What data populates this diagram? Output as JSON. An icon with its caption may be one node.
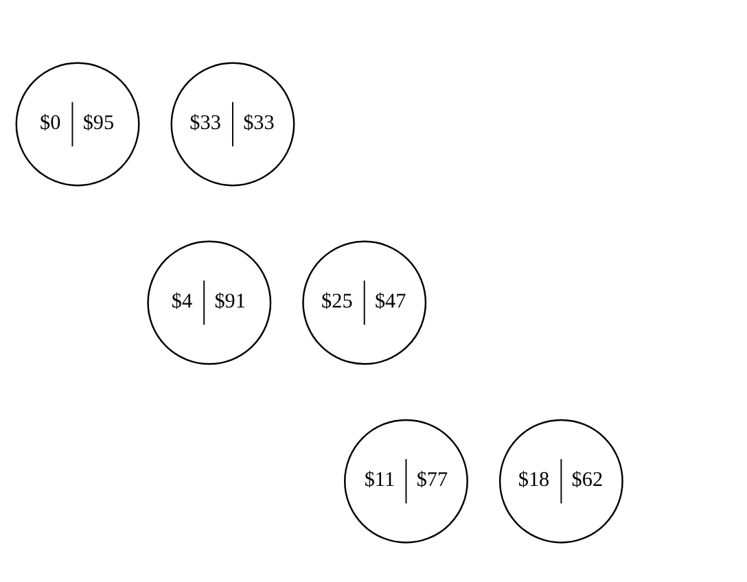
{
  "diagram": {
    "nodes": [
      {
        "text": [
          "$0",
          "$95"
        ]
      },
      {
        "text": [
          "$33",
          "$33"
        ]
      },
      {
        "text": [
          "$4",
          "$91"
        ]
      },
      {
        "text": [
          "$25",
          "$47"
        ]
      },
      {
        "text": [
          "$11",
          "$77"
        ]
      },
      {
        "text": [
          "$18",
          "$62"
        ]
      }
    ]
  }
}
